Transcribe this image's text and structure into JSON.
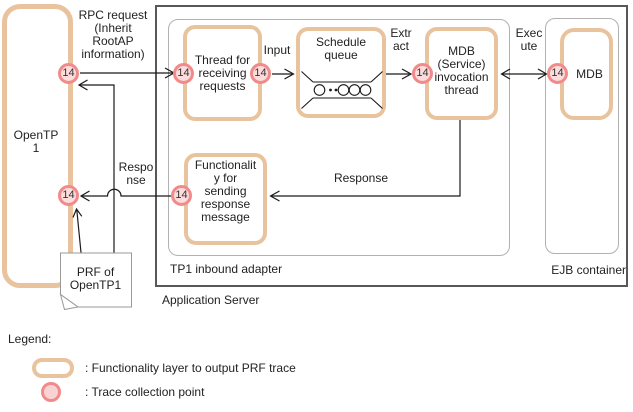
{
  "colors": {
    "layer_border": "#e9c39d",
    "trace_border": "#f18b8b",
    "trace_fill": "#fcdcdc",
    "outer_container_border": "#58585a",
    "inner_container_border": "#b1b1b4",
    "line": "#1a1a1a"
  },
  "trace_point_label": "14",
  "nodes": {
    "open_tp": "OpenTP\n1",
    "thread_receiving": "Thread for\nreceiving\nrequests",
    "schedule_queue": "Schedule\nqueue",
    "mdb_invocation": "MDB\n(Service)\ninvocation\nthread",
    "mdb": "MDB",
    "functionality_sending": "Functionalit\ny for\nsending\nresponse\nmessage",
    "prf_note": "PRF of\nOpenTP1"
  },
  "containers": {
    "application_server": "Application Server",
    "tp1_inbound_adapter": "TP1 inbound adapter",
    "ejb_container": "EJB container"
  },
  "edge_labels": {
    "rpc_request": "RPC request\n(Inherit\nRootAP\ninformation)",
    "input": "Input",
    "extract": "Extr\nact",
    "execute": "Exec\nute",
    "response": "Response",
    "response_wrapped": "Respo\nnse"
  },
  "legend": {
    "title": "Legend:",
    "functionality_layer": ": Functionality layer to output PRF trace",
    "trace_point": ": Trace collection point"
  }
}
